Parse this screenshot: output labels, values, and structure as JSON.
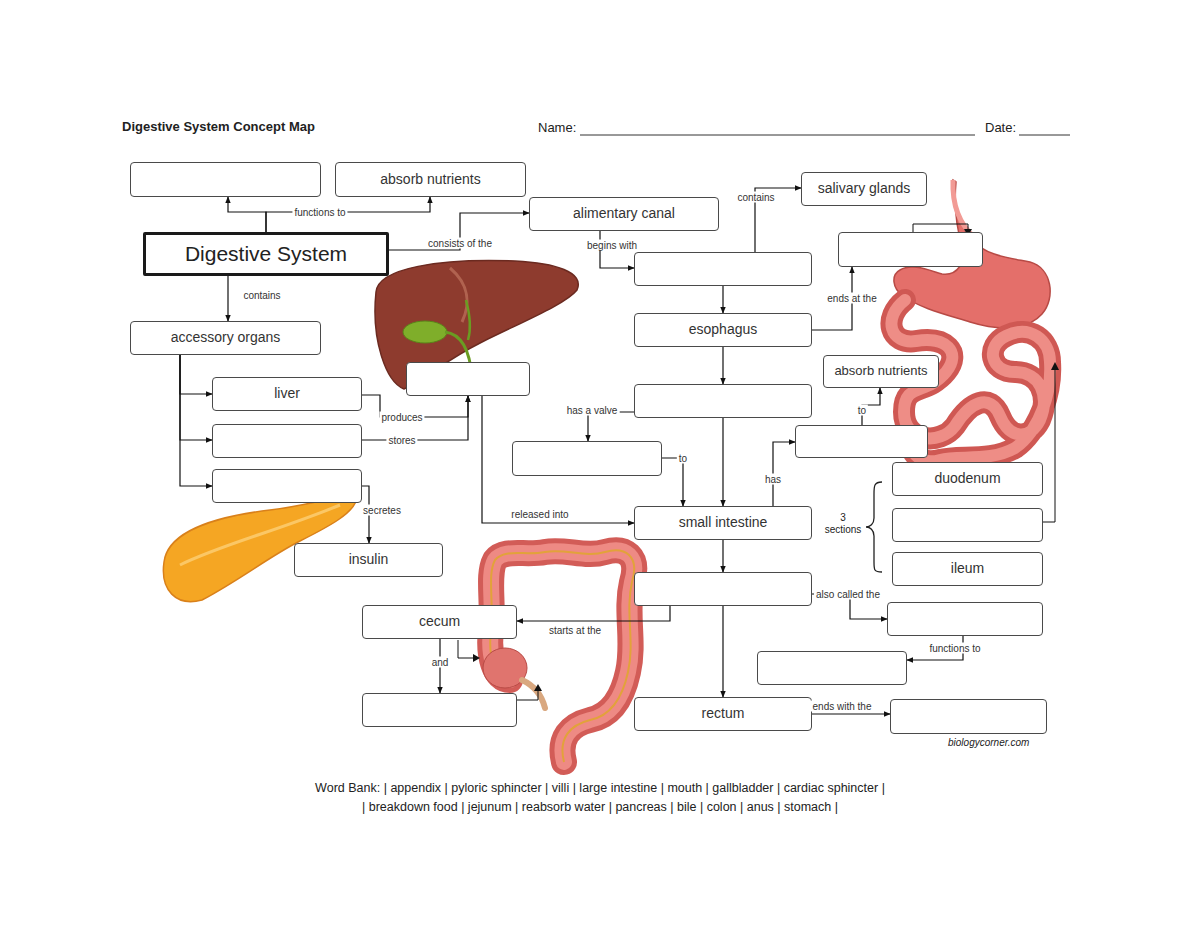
{
  "diagram": {
    "title": "Digestive System Concept Map",
    "nodes": [
      {
        "text": []
      },
      {
        "text": [
          "absorb nutrients"
        ]
      },
      {
        "text": [
          "Digestive System"
        ]
      },
      {
        "text": [
          "alimentary canal"
        ]
      },
      {
        "text": [
          "salivary glands"
        ]
      },
      {
        "text": []
      },
      {
        "text": []
      },
      {
        "text": [
          "accessory organs"
        ]
      },
      {
        "text": [
          "esophagus"
        ]
      },
      {
        "text": [
          "absorb nutrients"
        ]
      },
      {
        "text": []
      },
      {
        "text": [
          "liver"
        ]
      },
      {
        "text": []
      },
      {
        "text": []
      },
      {
        "text": []
      },
      {
        "text": []
      },
      {
        "text": [
          "duodenum"
        ]
      },
      {
        "text": []
      },
      {
        "text": [
          "small intestine"
        ]
      },
      {
        "text": []
      },
      {
        "text": [
          "insulin"
        ]
      },
      {
        "text": [
          "ileum"
        ]
      },
      {
        "text": []
      },
      {
        "text": [
          "cecum"
        ]
      },
      {
        "text": []
      },
      {
        "text": []
      },
      {
        "text": []
      },
      {
        "text": [
          "rectum"
        ]
      },
      {
        "text": []
      }
    ],
    "edges": [
      {
        "from": 2,
        "to": 0,
        "arrow": "to",
        "label": "functions to"
      },
      {
        "from": 2,
        "to": 1,
        "arrow": "to"
      },
      {
        "from": 2,
        "to": 3,
        "arrow": "to",
        "label": "consists of the"
      },
      {
        "from": 2,
        "to": 7,
        "arrow": "to",
        "label": "contains"
      },
      {
        "from": 3,
        "to": 5,
        "arrow": "to",
        "label": "begins with"
      },
      {
        "from": 5,
        "to": 4,
        "arrow": "to",
        "label": "contains"
      },
      {
        "from": 5,
        "to": 8,
        "arrow": "to"
      },
      {
        "from": 8,
        "to": 6,
        "arrow": "to",
        "label": "ends at the"
      },
      {
        "from": 8,
        "to": 12,
        "arrow": "to"
      },
      {
        "from": 12,
        "to": 15,
        "arrow": "to",
        "label": "has a valve"
      },
      {
        "from": 15,
        "to": 18,
        "arrow": "to",
        "label": "to"
      },
      {
        "from": 12,
        "to": 18,
        "arrow": "to"
      },
      {
        "from": 18,
        "to": 13,
        "arrow": "to",
        "label": "has"
      },
      {
        "from": 13,
        "to": 9,
        "arrow": "to",
        "label": "to"
      },
      {
        "from": 7,
        "to": 11,
        "arrow": "to"
      },
      {
        "from": 7,
        "to": 14,
        "arrow": "to"
      },
      {
        "from": 7,
        "to": 17,
        "arrow": "to"
      },
      {
        "from": 11,
        "to": 10,
        "arrow": "to",
        "label": "produces"
      },
      {
        "from": 14,
        "to": 10,
        "arrow": "to",
        "label": "stores"
      },
      {
        "from": 17,
        "to": 20,
        "arrow": "to",
        "label": "secretes"
      },
      {
        "from": 10,
        "to": 18,
        "arrow": "to",
        "label": "released into"
      },
      {
        "from": 18,
        "to": 22,
        "arrow": "to"
      },
      {
        "from": 22,
        "to": 23,
        "arrow": "to",
        "label": "starts at the"
      },
      {
        "from": 23,
        "to": 26,
        "arrow": "to",
        "label": "and"
      },
      {
        "from": 22,
        "to": 24,
        "arrow": "to",
        "label": "also called the"
      },
      {
        "from": 24,
        "to": 25,
        "arrow": "to",
        "label": "functions to"
      },
      {
        "from": 22,
        "to": 27,
        "arrow": "to"
      },
      {
        "from": 27,
        "to": 28,
        "arrow": "to",
        "label": "ends with the"
      }
    ],
    "labels": [
      "Name:",
      "Date:",
      "3 sections",
      "biologycorner.com",
      "Word Bank: | appendix | pyloric sphincter | villi | large intestine | mouth | gallbladder | cardiac sphincter |",
      "| breakdown food | jejunum | reabsorb water | pancreas | bile | colon | anus | stomach |"
    ]
  }
}
